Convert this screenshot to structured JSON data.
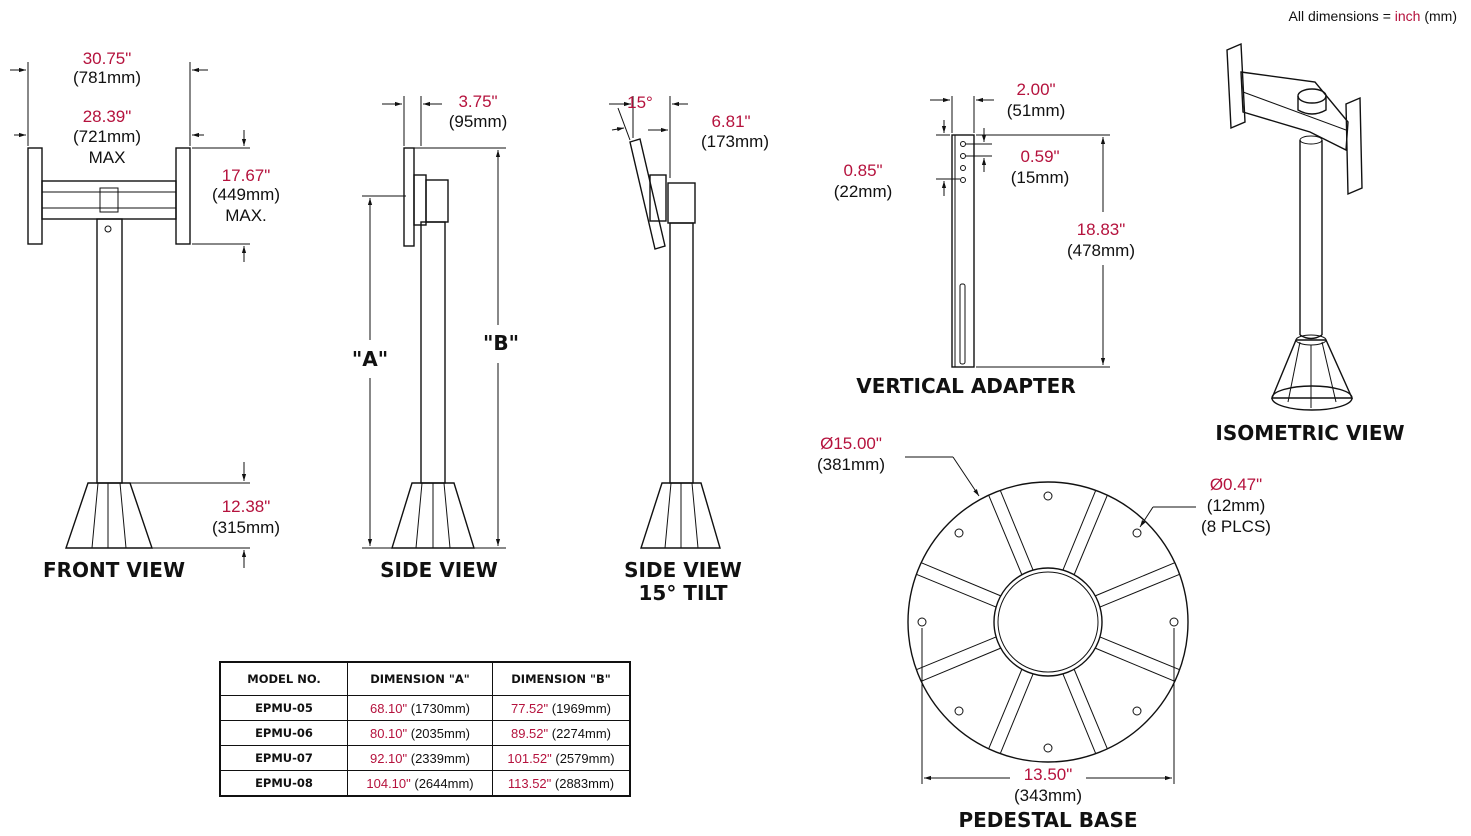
{
  "note": {
    "prefix": "All dimensions = ",
    "inch": "inch",
    "mm": "(mm)"
  },
  "front": {
    "title": "FRONT VIEW",
    "w_in": "30.75\"",
    "w_mm": "(781mm)",
    "iw_in": "28.39\"",
    "iw_mm": "(721mm)",
    "iw_max": "MAX",
    "h_in": "17.67\"",
    "h_mm": "(449mm)",
    "h_max": "MAX.",
    "b_in": "12.38\"",
    "b_mm": "(315mm)"
  },
  "side": {
    "title": "SIDE VIEW",
    "d_in": "3.75\"",
    "d_mm": "(95mm)",
    "a_label": "\"A\"",
    "b_label": "\"B\""
  },
  "tilt": {
    "title1": "SIDE VIEW",
    "title2": "15° TILT",
    "angle": "15°",
    "d_in": "6.81\"",
    "d_mm": "(173mm)"
  },
  "vertical": {
    "title": "VERTICAL ADAPTER",
    "w_in": "2.00\"",
    "w_mm": "(51mm)",
    "a_in": "0.85\"",
    "a_mm": "(22mm)",
    "b_in": "0.59\"",
    "b_mm": "(15mm)",
    "h_in": "18.83\"",
    "h_mm": "(478mm)"
  },
  "iso": {
    "title": "ISOMETRIC VIEW"
  },
  "base": {
    "title": "PEDESTAL BASE",
    "dia_in": "Ø15.00\"",
    "dia_mm": "(381mm)",
    "hole_in": "Ø0.47\"",
    "hole_mm": "(12mm)",
    "hole_qty": "(8 PLCS)",
    "span_in": "13.50\"",
    "span_mm": "(343mm)"
  },
  "table": {
    "headers": [
      "MODEL NO.",
      "DIMENSION \"A\"",
      "DIMENSION \"B\""
    ],
    "rows": [
      {
        "model": "EPMU-05",
        "a_in": "68.10\"",
        "a_mm": " (1730mm)",
        "b_in": "77.52\"",
        "b_mm": " (1969mm)"
      },
      {
        "model": "EPMU-06",
        "a_in": "80.10\"",
        "a_mm": " (2035mm)",
        "b_in": "89.52\"",
        "b_mm": " (2274mm)"
      },
      {
        "model": "EPMU-07",
        "a_in": "92.10\"",
        "a_mm": " (2339mm)",
        "b_in": "101.52\"",
        "b_mm": " (2579mm)"
      },
      {
        "model": "EPMU-08",
        "a_in": "104.10\"",
        "a_mm": " (2644mm)",
        "b_in": "113.52\"",
        "b_mm": " (2883mm)"
      }
    ]
  },
  "colors": {
    "accent": "#b5123d",
    "line": "#111111"
  }
}
